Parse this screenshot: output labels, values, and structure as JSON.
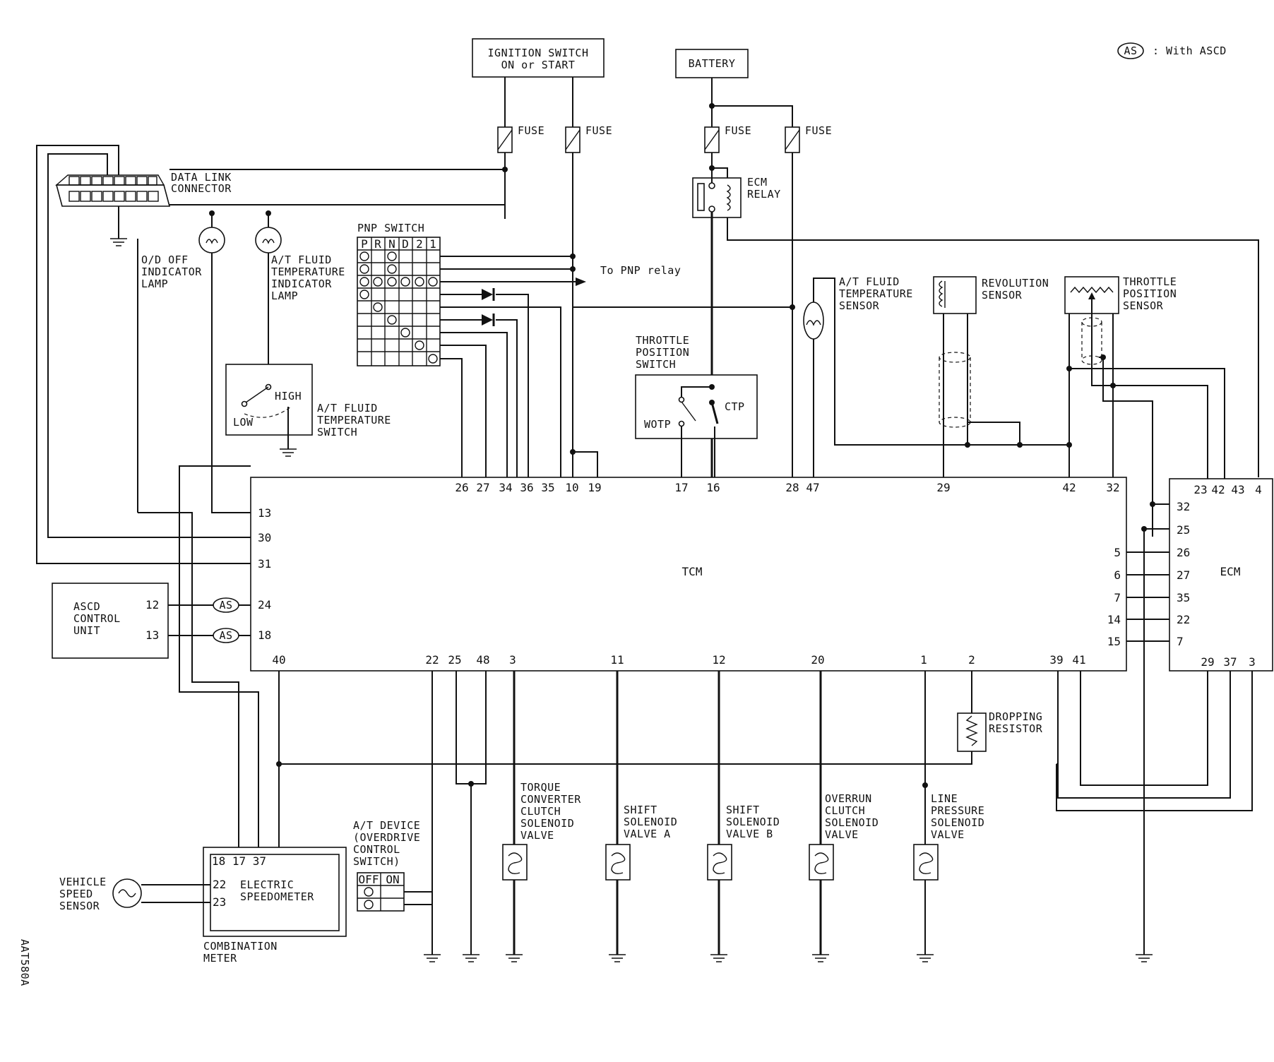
{
  "legend": {
    "badge": "AS",
    "text": ": With ASCD"
  },
  "figure_code": "AAT580A",
  "components": {
    "ignition_switch": [
      "IGNITION SWITCH",
      "ON or START"
    ],
    "battery": "BATTERY",
    "fuse": "FUSE",
    "ecm_relay": [
      "ECM",
      "RELAY"
    ],
    "data_link_connector": [
      "DATA LINK",
      "CONNECTOR"
    ],
    "od_off_lamp": [
      "O/D OFF",
      "INDICATOR",
      "LAMP"
    ],
    "at_fluid_temp_lamp": [
      "A/T FLUID",
      "TEMPERATURE",
      "INDICATOR",
      "LAMP"
    ],
    "pnp_switch": "PNP SWITCH",
    "pnp_positions": [
      "P",
      "R",
      "N",
      "D",
      "2",
      "1"
    ],
    "to_pnp_relay": "To PNP relay",
    "at_fluid_temp_switch": [
      "A/T FLUID",
      "TEMPERATURE",
      "SWITCH"
    ],
    "fluid_switch_high": "HIGH",
    "fluid_switch_low": "LOW",
    "throttle_position_switch": [
      "THROTTLE",
      "POSITION",
      "SWITCH"
    ],
    "ctp": "CTP",
    "wotp": "WOTP",
    "at_fluid_temp_sensor": [
      "A/T FLUID",
      "TEMPERATURE",
      "SENSOR"
    ],
    "revolution_sensor": [
      "REVOLUTION",
      "SENSOR"
    ],
    "throttle_position_sensor": [
      "THROTTLE",
      "POSITION",
      "SENSOR"
    ],
    "tcm": "TCM",
    "ecm": "ECM",
    "ascd_control_unit": [
      "ASCD",
      "CONTROL",
      "UNIT"
    ],
    "ascd_pins": [
      "12",
      "13"
    ],
    "dropping_resistor": [
      "DROPPING",
      "RESISTOR"
    ],
    "torque_converter_valve": [
      "TORQUE",
      "CONVERTER",
      "CLUTCH",
      "SOLENOID",
      "VALVE"
    ],
    "shift_valve_a": [
      "SHIFT",
      "SOLENOID",
      "VALVE A"
    ],
    "shift_valve_b": [
      "SHIFT",
      "SOLENOID",
      "VALVE B"
    ],
    "overrun_valve": [
      "OVERRUN",
      "CLUTCH",
      "SOLENOID",
      "VALVE"
    ],
    "line_pressure_valve": [
      "LINE",
      "PRESSURE",
      "SOLENOID",
      "VALVE"
    ],
    "at_device": [
      "A/T DEVICE",
      "(OVERDRIVE",
      "CONTROL",
      "SWITCH)"
    ],
    "at_device_off": "OFF",
    "at_device_on": "ON",
    "vehicle_speed_sensor": [
      "VEHICLE",
      "SPEED",
      "SENSOR"
    ],
    "speedometer": [
      "ELECTRIC",
      "SPEEDOMETER"
    ],
    "speedometer_pins": [
      "18 17 37",
      "22",
      "23"
    ],
    "combination_meter": [
      "COMBINATION",
      "METER"
    ]
  },
  "tcm_pins": {
    "top": [
      "26",
      "27",
      "34",
      "36",
      "35",
      "10",
      "19",
      "17",
      "16",
      "28",
      "47",
      "29",
      "42",
      "32"
    ],
    "left": [
      "13",
      "30",
      "31",
      "24",
      "18"
    ],
    "right": [
      "5",
      "6",
      "7",
      "14",
      "15"
    ],
    "bottom": [
      "40",
      "22",
      "25",
      "48",
      "3",
      "11",
      "12",
      "20",
      "1",
      "2",
      "39",
      "41"
    ]
  },
  "ecm_pins": {
    "top": [
      "23",
      "42",
      "43",
      "4"
    ],
    "left": [
      "32",
      "25",
      "26",
      "27",
      "35",
      "22",
      "7"
    ],
    "bottom": [
      "29",
      "37",
      "3"
    ]
  }
}
